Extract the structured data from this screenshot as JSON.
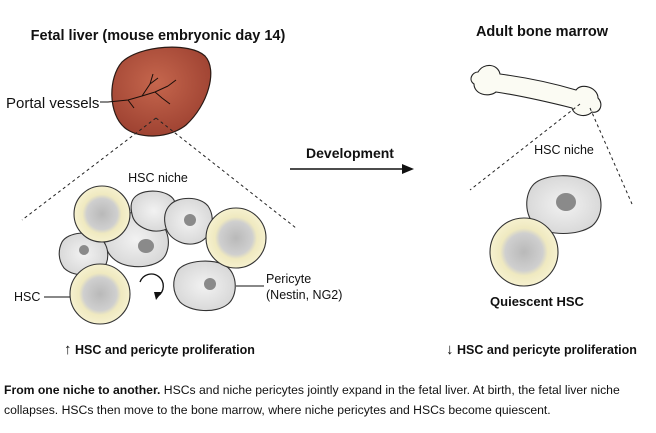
{
  "left_title": "Fetal liver (mouse embryonic day 14)",
  "right_title": "Adult bone marrow",
  "portal_label": "Portal vessels",
  "development_label": "Development",
  "hsc_niche_left": "HSC niche",
  "hsc_niche_right": "HSC niche",
  "hsc_label": "HSC",
  "pericyte_label_line1": "Pericyte",
  "pericyte_label_line2": "(Nestin, NG2)",
  "quiescent_label": "Quiescent HSC",
  "left_status": "HSC and pericyte proliferation",
  "right_status": "HSC and pericyte proliferation",
  "up_arrow": "↑",
  "down_arrow": "↓",
  "caption_bold": "From one niche to another.",
  "caption_text": " HSCs and niche pericytes jointly expand in the fetal liver. At birth, the fetal liver niche collapses. HSCs then move to the bone marrow, where niche pericytes and HSCs become quiescent.",
  "colors": {
    "liver": "#b5543e",
    "hsc_fill": "#f3efc8",
    "hsc_core": "#c8c8c8",
    "pericyte_fill": "#e6e6e6",
    "pericyte_nucleus": "#8a8a8a"
  }
}
